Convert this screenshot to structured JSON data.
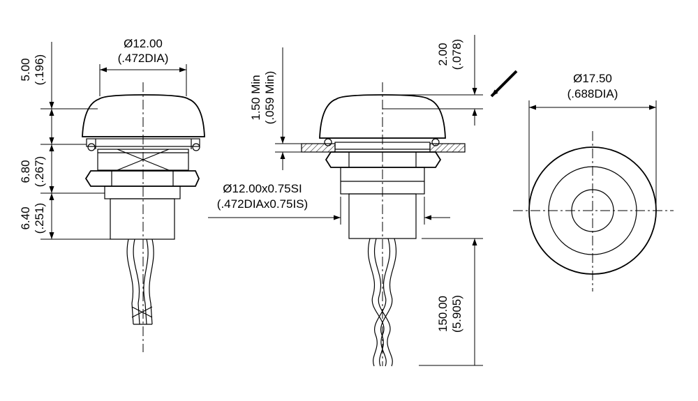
{
  "front_view": {
    "dia_label": "Ø12.00",
    "dia_label_in": "(.472DIA)",
    "cap_height": "5.00",
    "cap_height_in": "(.196)",
    "body_height": "6.80",
    "body_height_in": "(.267)",
    "base_height": "6.40",
    "base_height_in": "(.251)"
  },
  "side_view": {
    "panel_label": "1.50 Min",
    "panel_label_in": "(.059 Min)",
    "thread_label": "Ø12.00x0.75SI",
    "thread_label_in": "(.472DIAx0.75IS)",
    "travel_label": "2.00",
    "travel_label_in": "(.078)",
    "lead_label": "150.00",
    "lead_label_in": "(5.905)"
  },
  "top_view": {
    "dia_label": "Ø17.50",
    "dia_label_in": "(.688DIA)"
  }
}
